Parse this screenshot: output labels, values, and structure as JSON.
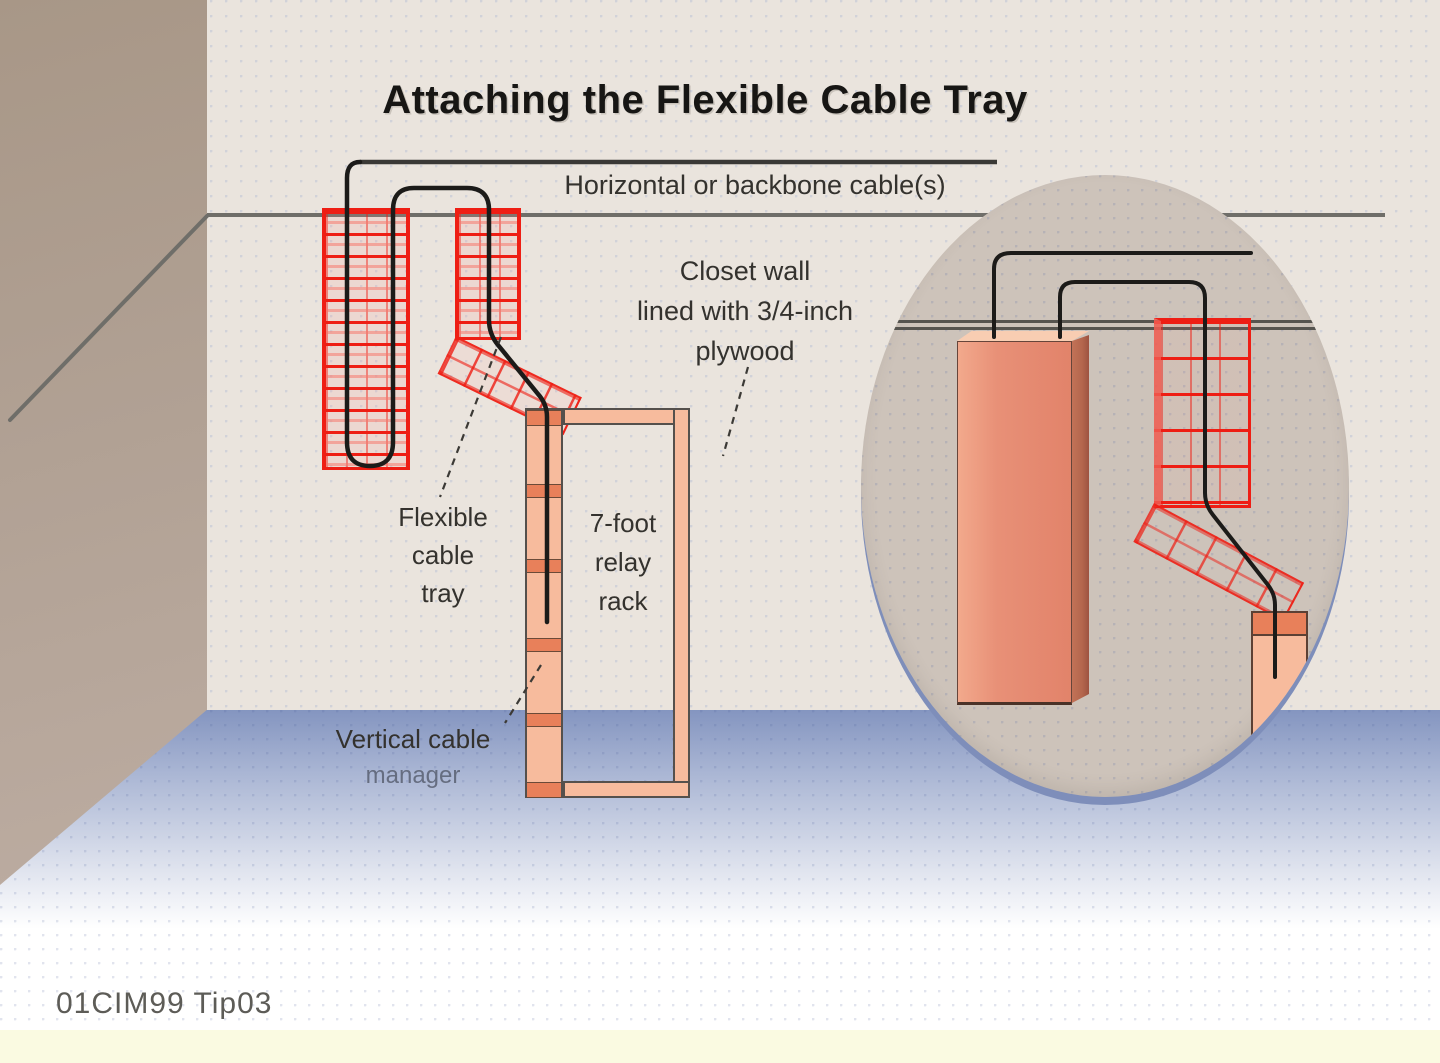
{
  "title": "Attaching the Flexible Cable Tray",
  "labels": {
    "backbone": "Horizontal or backbone cable(s)",
    "closet": [
      "Closet wall",
      "lined with 3/4-inch",
      "plywood"
    ],
    "flexible": [
      "Flexible",
      "cable",
      "tray"
    ],
    "relay_rack": [
      "7-foot",
      "relay",
      "rack"
    ],
    "vertical_manager": [
      "Vertical cable",
      "manager"
    ]
  },
  "footer": {
    "code": "01CIM99 Tip03"
  },
  "colors": {
    "wall_back": "#eae4dd",
    "wall_left": "#b0a093",
    "floor_top": "#8495c0",
    "line_gray": "#6f6e69",
    "cable_black": "#1c1b19",
    "mesh_red": "#ee1e14",
    "rack_fill": "#f7bb9d",
    "rack_band": "#e8805a",
    "rack_outline": "#55504c",
    "inset_fill": "#cdc3ba",
    "inset_shadow": "#7e8eba",
    "panel_fill": "#e89077",
    "panel_side": "#b4664d",
    "panel_top": "#f8cdb2",
    "strip_cream": "#fafae1",
    "text_dark": "#34322e",
    "footer_gray": "#5d5c57"
  }
}
